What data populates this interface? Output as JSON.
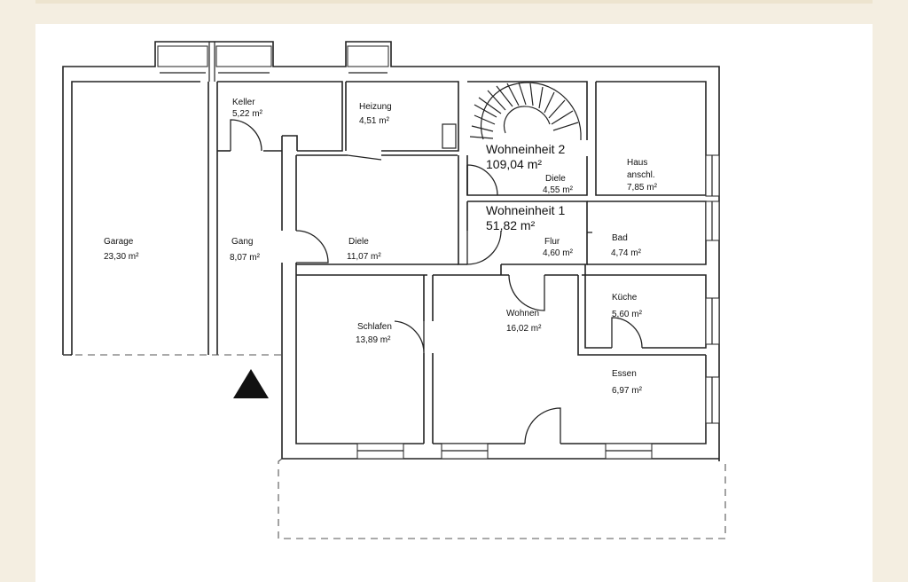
{
  "rooms": {
    "garage": {
      "name": "Garage",
      "area": "23,30 m²"
    },
    "gang": {
      "name": "Gang",
      "area": "8,07 m²"
    },
    "keller": {
      "name": "Keller",
      "area": "5,22 m²"
    },
    "heizung": {
      "name": "Heizung",
      "area": "4,51 m²"
    },
    "diele_main": {
      "name": "Diele",
      "area": "11,07 m²"
    },
    "diele_upper": {
      "name": "Diele",
      "area": "4,55 m²"
    },
    "haus_anschl": {
      "name_line1": "Haus",
      "name_line2": "anschl.",
      "area": "7,85 m²"
    },
    "flur": {
      "name": "Flur",
      "area": "4,60 m²"
    },
    "bad": {
      "name": "Bad",
      "area": "4,74 m²"
    },
    "kueche": {
      "name": "Küche",
      "area": "5,60 m²"
    },
    "wohnen": {
      "name": "Wohnen",
      "area": "16,02 m²"
    },
    "schlafen": {
      "name": "Schlafen",
      "area": "13,89 m²"
    },
    "essen": {
      "name": "Essen",
      "area": "6,97 m²"
    }
  },
  "units": {
    "unit2": {
      "title": "Wohneinheit 2",
      "area": "109,04 m²"
    },
    "unit1": {
      "title": "Wohneinheit 1",
      "area": "51,82 m²"
    }
  },
  "north_marker": "triangle-up-icon"
}
